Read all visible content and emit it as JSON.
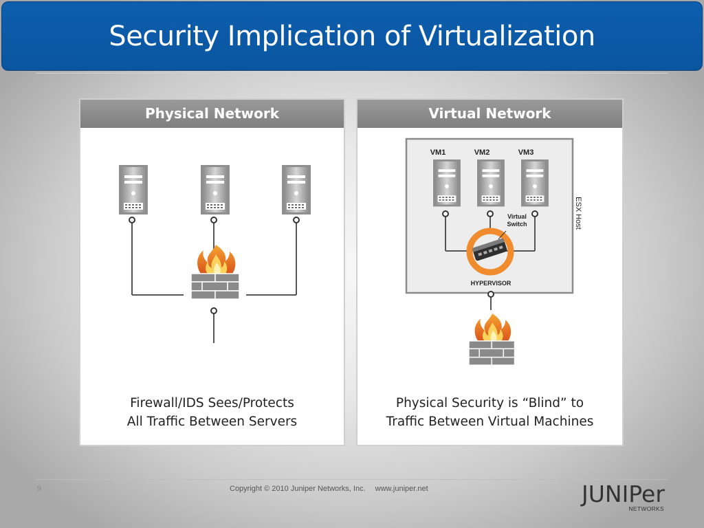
{
  "title": "Security Implication of Virtualization",
  "physical_panel": {
    "header": "Physical Network",
    "caption_line1": "Firewall/IDS Sees/Protects",
    "caption_line2": "All Traffic Between Servers"
  },
  "virtual_panel": {
    "header": "Virtual Network",
    "vm_labels": [
      "VM1",
      "VM2",
      "VM3"
    ],
    "virtual_switch_label_line1": "Virtual",
    "virtual_switch_label_line2": "Switch",
    "hypervisor_label": "HYPERVISOR",
    "esx_host_label": "ESX Host",
    "caption_line1": "Physical Security is “Blind” to",
    "caption_line2": "Traffic Between Virtual Machines"
  },
  "footer": {
    "page_number": "9",
    "copyright": "Copyright © 2010 Juniper Networks, Inc.",
    "website": "www.juniper.net",
    "logo_word": "JUNIPer",
    "logo_sub": "NETWORKS"
  },
  "colors": {
    "title_bar": "#0a55a0",
    "panel_header": "#8a8a8a",
    "switch_ring": "#f08c2e",
    "flame": "#f07a1a",
    "brick": "#8a8a8a"
  }
}
